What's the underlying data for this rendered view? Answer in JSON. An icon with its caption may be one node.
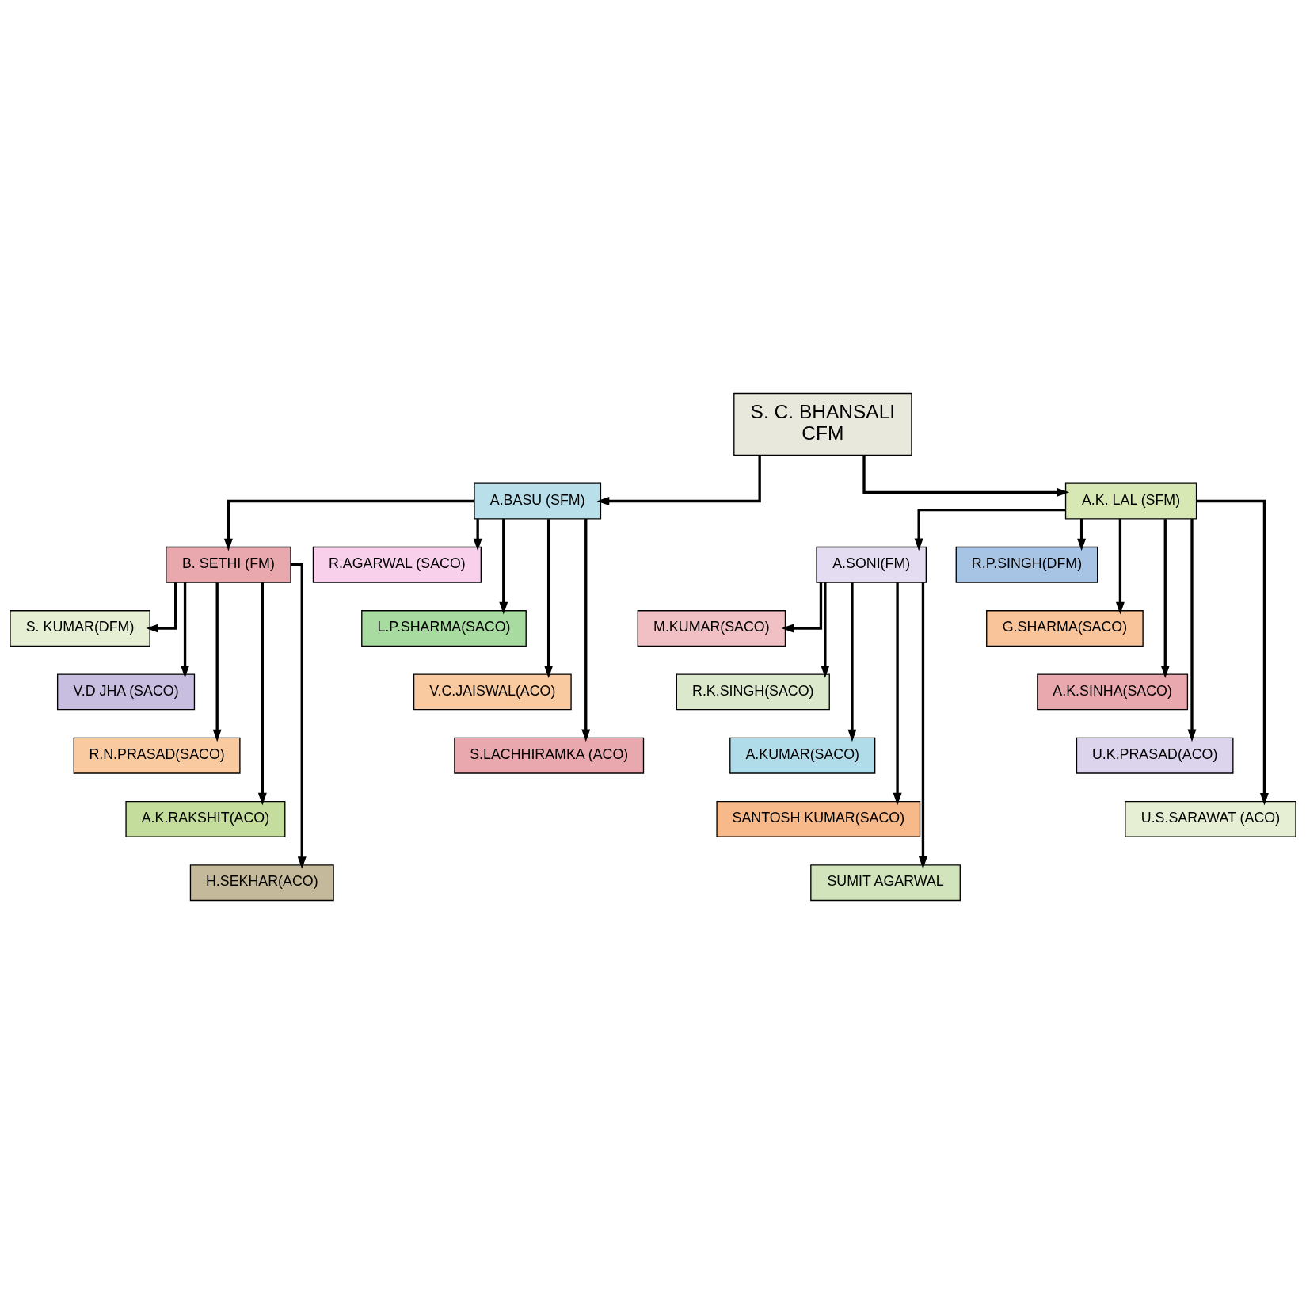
{
  "diagram": {
    "nodes": [
      {
        "text": [
          "S. C. BHANSALI",
          "CFM"
        ]
      },
      {
        "text": [
          "A.BASU (SFM)"
        ]
      },
      {
        "text": [
          "A.K. LAL (SFM)"
        ]
      },
      {
        "text": [
          "B. SETHI (FM)"
        ]
      },
      {
        "text": [
          "R.AGARWAL (SACO)"
        ]
      },
      {
        "text": [
          "L.P.SHARMA(SACO)"
        ]
      },
      {
        "text": [
          "V.C.JAISWAL(ACO)"
        ]
      },
      {
        "text": [
          "S.LACHHIRAMKA (ACO)"
        ]
      },
      {
        "text": [
          "S. KUMAR(DFM)"
        ]
      },
      {
        "text": [
          "V.D JHA (SACO)"
        ]
      },
      {
        "text": [
          "R.N.PRASAD(SACO)"
        ]
      },
      {
        "text": [
          "A.K.RAKSHIT(ACO)"
        ]
      },
      {
        "text": [
          "H.SEKHAR(ACO)"
        ]
      },
      {
        "text": [
          "A.SONI(FM)"
        ]
      },
      {
        "text": [
          "R.P.SINGH(DFM)"
        ]
      },
      {
        "text": [
          "M.KUMAR(SACO)"
        ]
      },
      {
        "text": [
          "R.K.SINGH(SACO)"
        ]
      },
      {
        "text": [
          "A.KUMAR(SACO)"
        ]
      },
      {
        "text": [
          "SANTOSH KUMAR(SACO)"
        ]
      },
      {
        "text": [
          "SUMIT AGARWAL"
        ]
      },
      {
        "text": [
          "G.SHARMA(SACO)"
        ]
      },
      {
        "text": [
          "A.K.SINHA(SACO)"
        ]
      },
      {
        "text": [
          "U.K.PRASAD(ACO)"
        ]
      },
      {
        "text": [
          "U.S.SARAWAT (ACO)"
        ]
      }
    ],
    "edges": [
      {
        "from": 0,
        "to": 1,
        "arrow": "to"
      },
      {
        "from": 0,
        "to": 2,
        "arrow": "to"
      },
      {
        "from": 1,
        "to": 3,
        "arrow": "to"
      },
      {
        "from": 1,
        "to": 4,
        "arrow": "to"
      },
      {
        "from": 1,
        "to": 5,
        "arrow": "to"
      },
      {
        "from": 1,
        "to": 6,
        "arrow": "to"
      },
      {
        "from": 1,
        "to": 7,
        "arrow": "to"
      },
      {
        "from": 3,
        "to": 8,
        "arrow": "to"
      },
      {
        "from": 3,
        "to": 9,
        "arrow": "to"
      },
      {
        "from": 3,
        "to": 10,
        "arrow": "to"
      },
      {
        "from": 3,
        "to": 11,
        "arrow": "to"
      },
      {
        "from": 3,
        "to": 12,
        "arrow": "to"
      },
      {
        "from": 2,
        "to": 13,
        "arrow": "to"
      },
      {
        "from": 2,
        "to": 14,
        "arrow": "to"
      },
      {
        "from": 13,
        "to": 15,
        "arrow": "to"
      },
      {
        "from": 13,
        "to": 16,
        "arrow": "to"
      },
      {
        "from": 13,
        "to": 17,
        "arrow": "to"
      },
      {
        "from": 13,
        "to": 18,
        "arrow": "to"
      },
      {
        "from": 13,
        "to": 19,
        "arrow": "to"
      },
      {
        "from": 2,
        "to": 20,
        "arrow": "to"
      },
      {
        "from": 2,
        "to": 21,
        "arrow": "to"
      },
      {
        "from": 2,
        "to": 22,
        "arrow": "to"
      },
      {
        "from": 2,
        "to": 23,
        "arrow": "to"
      }
    ]
  }
}
